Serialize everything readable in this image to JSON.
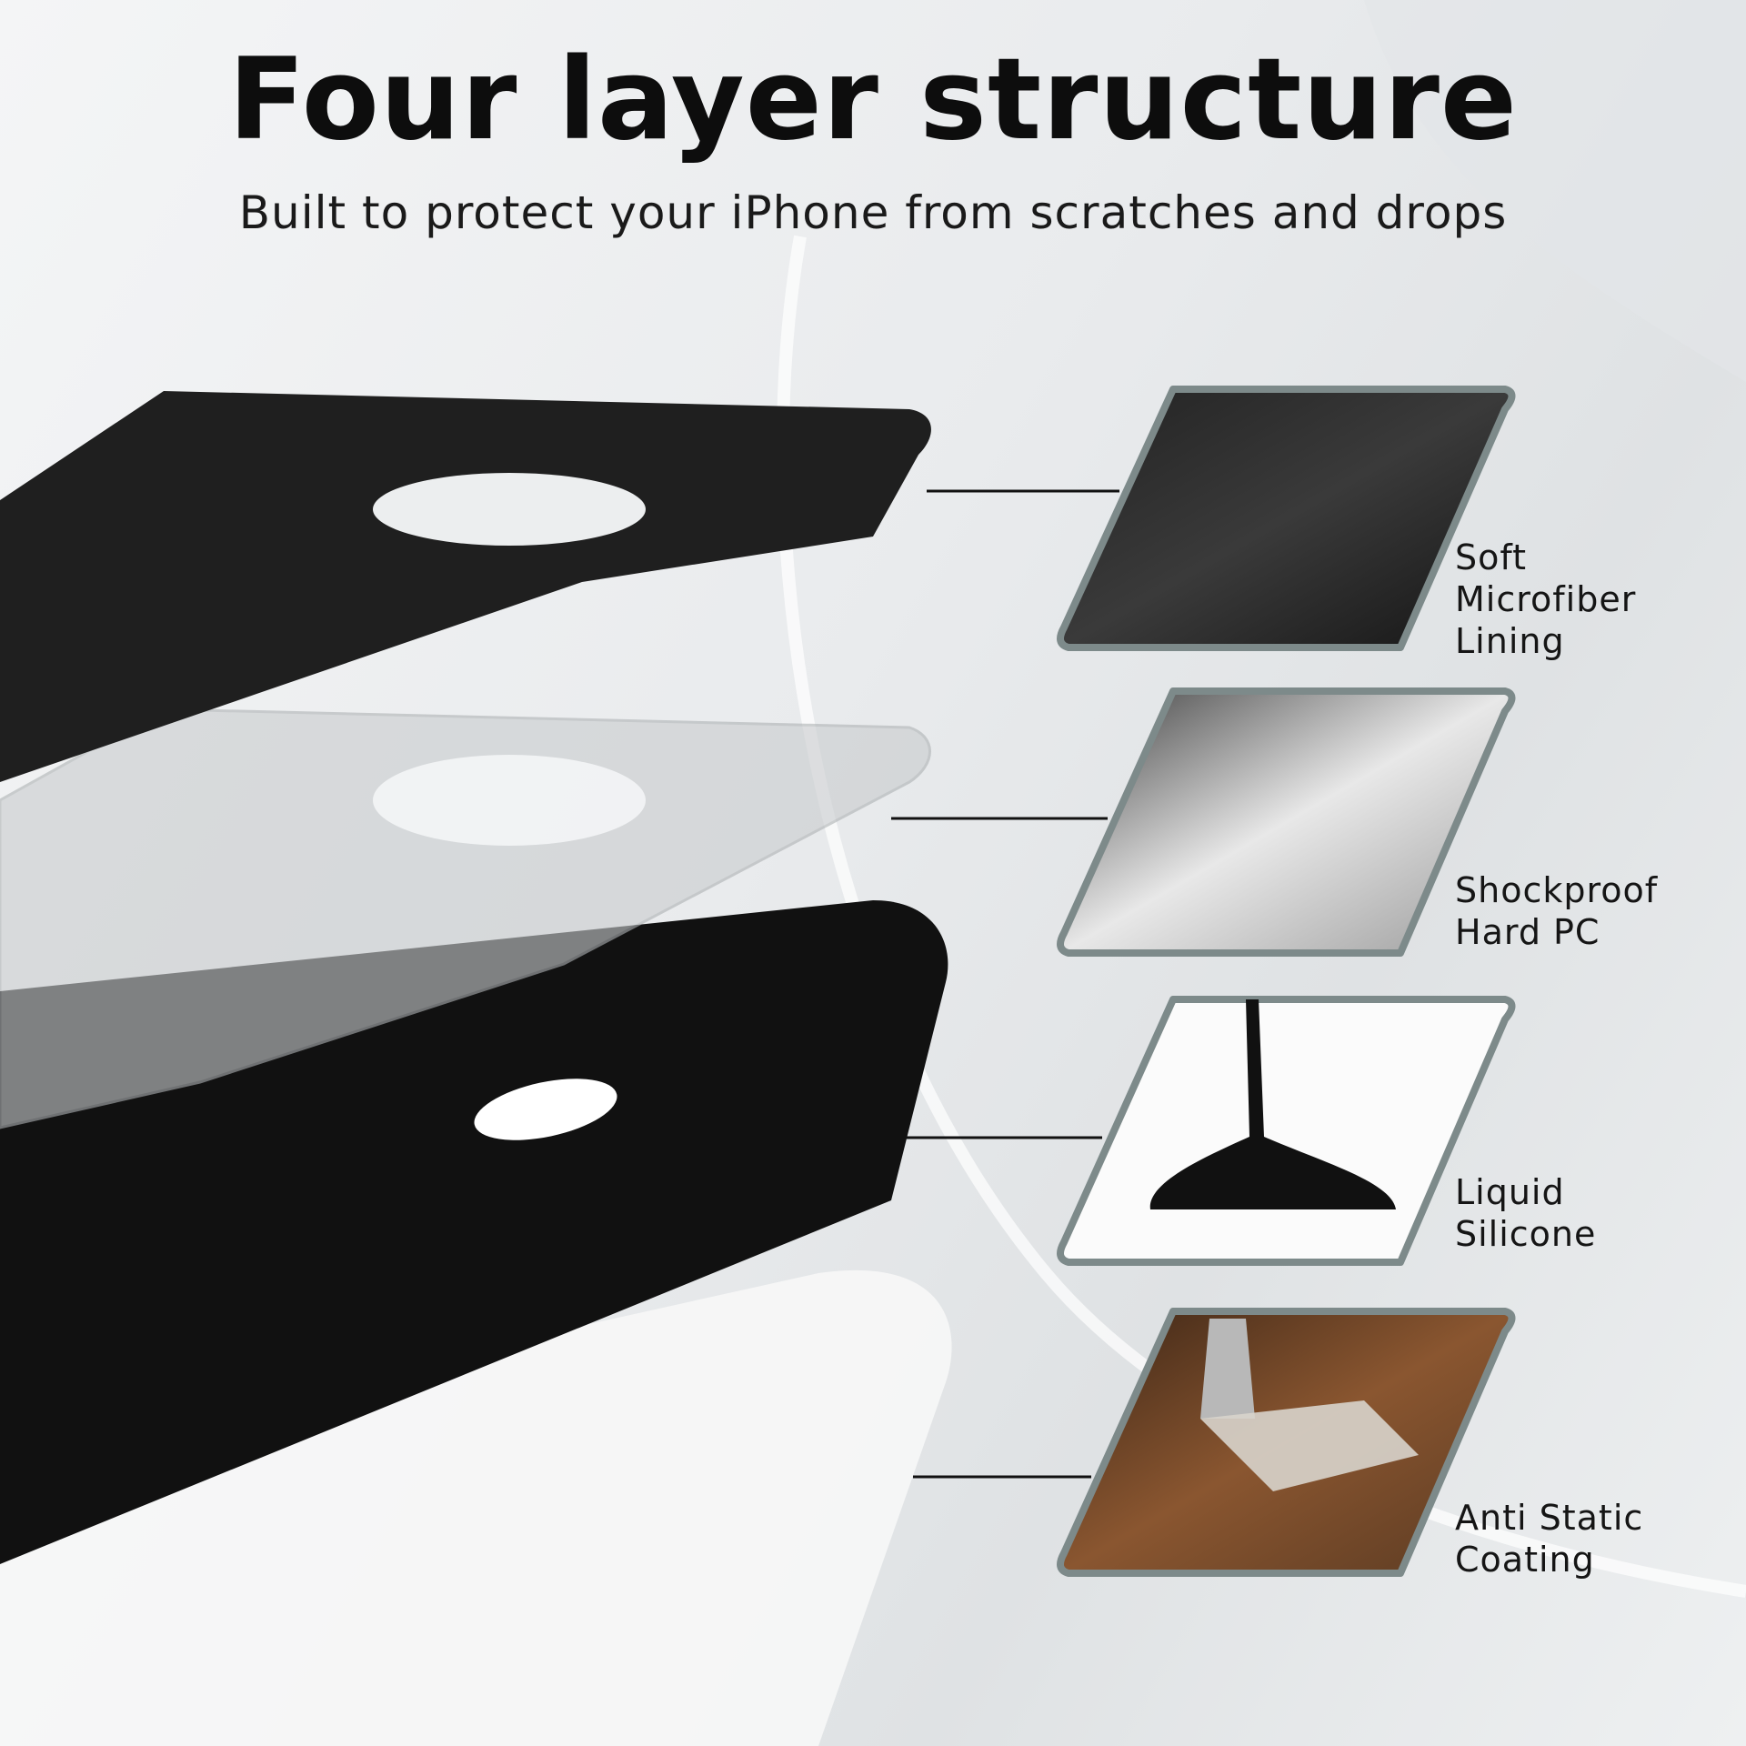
{
  "header": {
    "title": "Four layer structure",
    "subtitle": "Built to protect your iPhone from scratches and drops"
  },
  "layers": [
    {
      "lines": [
        "Soft",
        "Microfiber",
        "Lining"
      ],
      "icon": "microfiber-swatch"
    },
    {
      "lines": [
        "Shockproof",
        "Hard PC"
      ],
      "icon": "pc-pellets"
    },
    {
      "lines": [
        "Liquid",
        "Silicone"
      ],
      "icon": "liquid-silicone-drip"
    },
    {
      "lines": [
        "Anti Static",
        "Coating"
      ],
      "icon": "spray-gun"
    }
  ],
  "colors": {
    "frame": "#7d8a8a",
    "text": "#111111"
  }
}
